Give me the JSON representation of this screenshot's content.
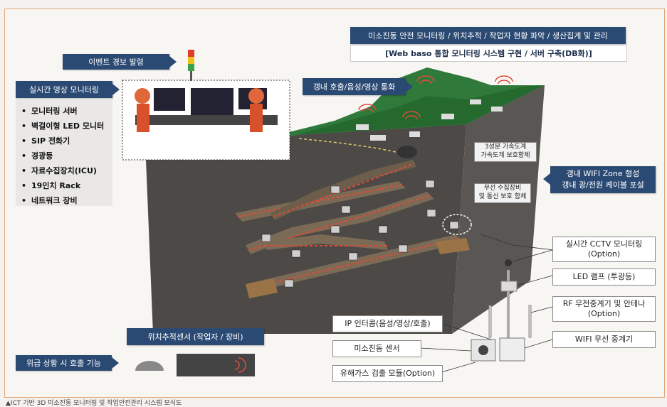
{
  "title_box": {
    "line1": "미소진동 안전 모니터링  / 위치추적 / 작업자 현황 파악 / 생산집계 및 관리",
    "line2": "[Web baso 통합 모니터링 시스템 구현 / 서버 구축(DB화)]"
  },
  "labels": {
    "event_alarm": "이벤트 경보 발령",
    "realtime_video": "실시간 영상 모니터링",
    "in_mine_call": "갱내 호출/음성/영상 통화",
    "wifi_zone_line1": "갱내 WIFI Zone 형성",
    "wifi_zone_line2": "갱내 광/전원 케이블 포설",
    "position_sensor": "위치추적센서 (작업자 / 장비)",
    "emergency_call": "위급 상황 시 호출 기능",
    "ip_intercom": "IP 인터콤(음성/영상/호출)",
    "micro_vibration_sensor": "미소진동 센서",
    "gas_module": "유해가스 검출 모듈(Option)",
    "cctv": "실시간 CCTV 모니터링\n(Option)",
    "led_lamp": "LED 램프 (투광등)",
    "rf_repeater": "RF 무전중계기 및 안테나\n(Option)",
    "wifi_repeater": "WIFI 무선 중계기",
    "tunnel_note1": "3성분 가속도계\n가속도계 보호함체",
    "tunnel_note2": "무선 수집장비\n및 통신 보호 함체"
  },
  "equipment": [
    "모니터링 서버",
    "벽걸이형 LED 모니터",
    "SIP 전화기",
    "경광등",
    "자료수집장치(ICU)",
    "19인치 Rack",
    "네트워크 장비"
  ],
  "caption": "▲ICT 기반 3D 미소진동 모니터링 및 작업안전관리 시스템 모식도",
  "colors": {
    "label_bg": "#2b4a73",
    "grass": "#2f7a3a",
    "ground": "#4a4744",
    "frame": "#e2a97a"
  }
}
